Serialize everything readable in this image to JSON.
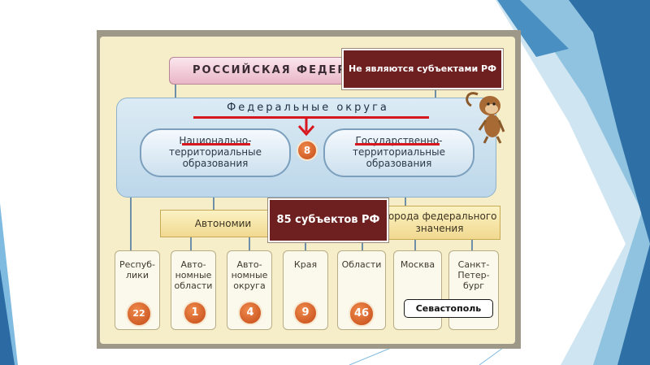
{
  "diagram": {
    "title": "РОССИЙСКАЯ ФЕДЕРАЦ",
    "federal_districts_label": "Федеральные округа",
    "national_territorial": [
      "Национально-",
      "территориальные",
      "образования"
    ],
    "state_territorial": [
      "Государственно-",
      "территориальные",
      "образования"
    ],
    "districts_count": "8",
    "autonomies": "Автономии",
    "federal_cities": [
      "Города федерального",
      "значения"
    ],
    "columns": [
      {
        "lines": [
          "Респуб-",
          "лики"
        ],
        "count": "22"
      },
      {
        "lines": [
          "Авто-",
          "номные",
          "области"
        ],
        "count": "1"
      },
      {
        "lines": [
          "Авто-",
          "номные",
          "округа"
        ],
        "count": "4"
      },
      {
        "lines": [
          "Края"
        ],
        "count": "9"
      },
      {
        "lines": [
          "Области"
        ],
        "count": "46"
      },
      {
        "lines": [
          "Москва"
        ]
      },
      {
        "lines": [
          "Санкт-",
          "Петер-",
          "бург"
        ]
      }
    ],
    "sevastopol": "Севастополь"
  },
  "callouts": {
    "not_subjects": "Не являются субъектами РФ",
    "subjects_count": "85 субъектов РФ"
  },
  "colors": {
    "callout_bg": "#6e1f1f",
    "badge": "#d2571f",
    "highlight": "#d8161d",
    "slide_blue": "#2e6fa6"
  }
}
